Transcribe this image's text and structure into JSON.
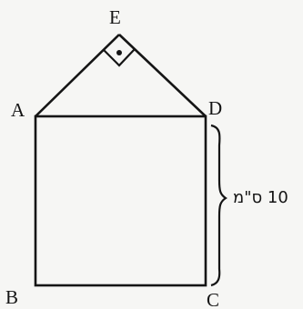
{
  "points": {
    "E": "E",
    "A": "A",
    "D": "D",
    "B": "B",
    "C": "C"
  },
  "dimension": {
    "label": "10 ס\"מ"
  },
  "colors": {
    "ink": "#151515",
    "paper": "#f6f6f4"
  },
  "icons": {
    "right_angle": "right-angle-marker-icon",
    "dot": "right-angle-dot-icon",
    "brace": "curly-brace-icon"
  }
}
